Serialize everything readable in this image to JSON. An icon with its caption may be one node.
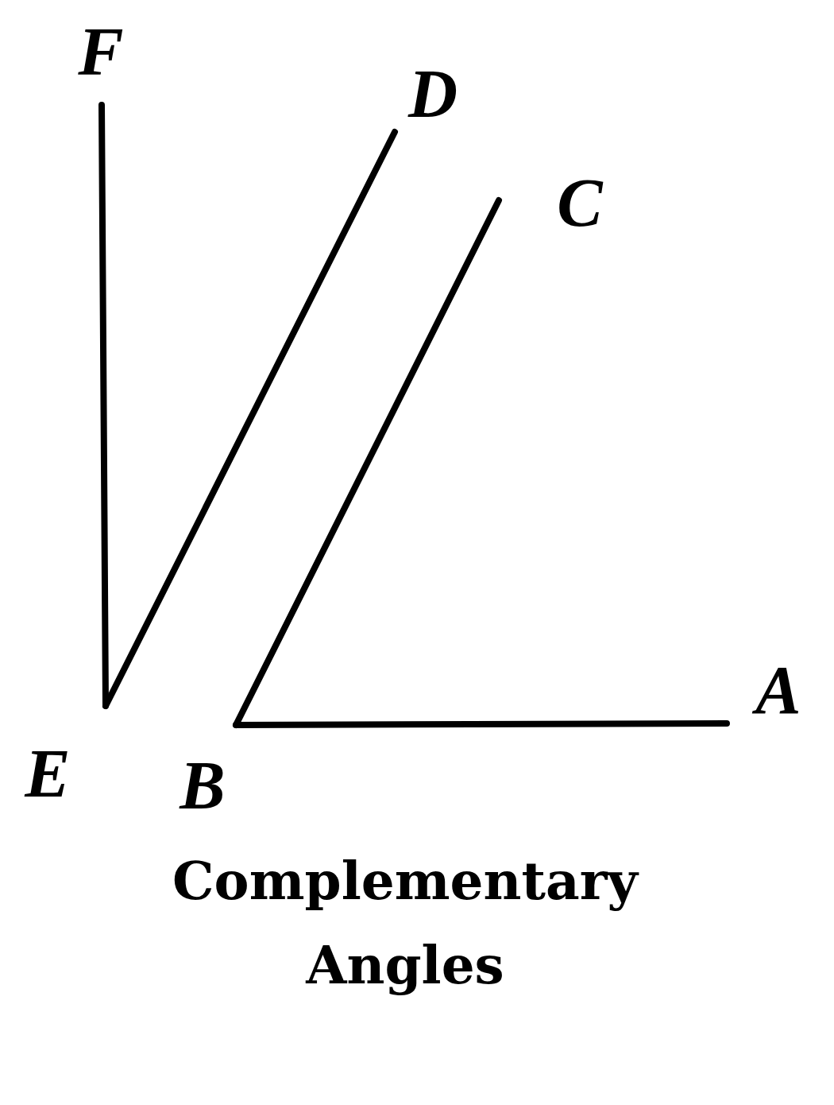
{
  "diagram": {
    "caption": "Complementary Angles",
    "nodes": [
      {
        "text": [
          "F"
        ]
      },
      {
        "text": [
          "D"
        ]
      },
      {
        "text": [
          "C"
        ]
      },
      {
        "text": [
          "E"
        ]
      },
      {
        "text": [
          "B"
        ]
      },
      {
        "text": [
          "A"
        ]
      }
    ],
    "edges": [
      {
        "from": 0,
        "to": 3,
        "arrow": "none"
      },
      {
        "from": 1,
        "to": 3,
        "arrow": "none"
      },
      {
        "from": 2,
        "to": 4,
        "arrow": "none"
      },
      {
        "from": 5,
        "to": 4,
        "arrow": "none"
      }
    ]
  }
}
